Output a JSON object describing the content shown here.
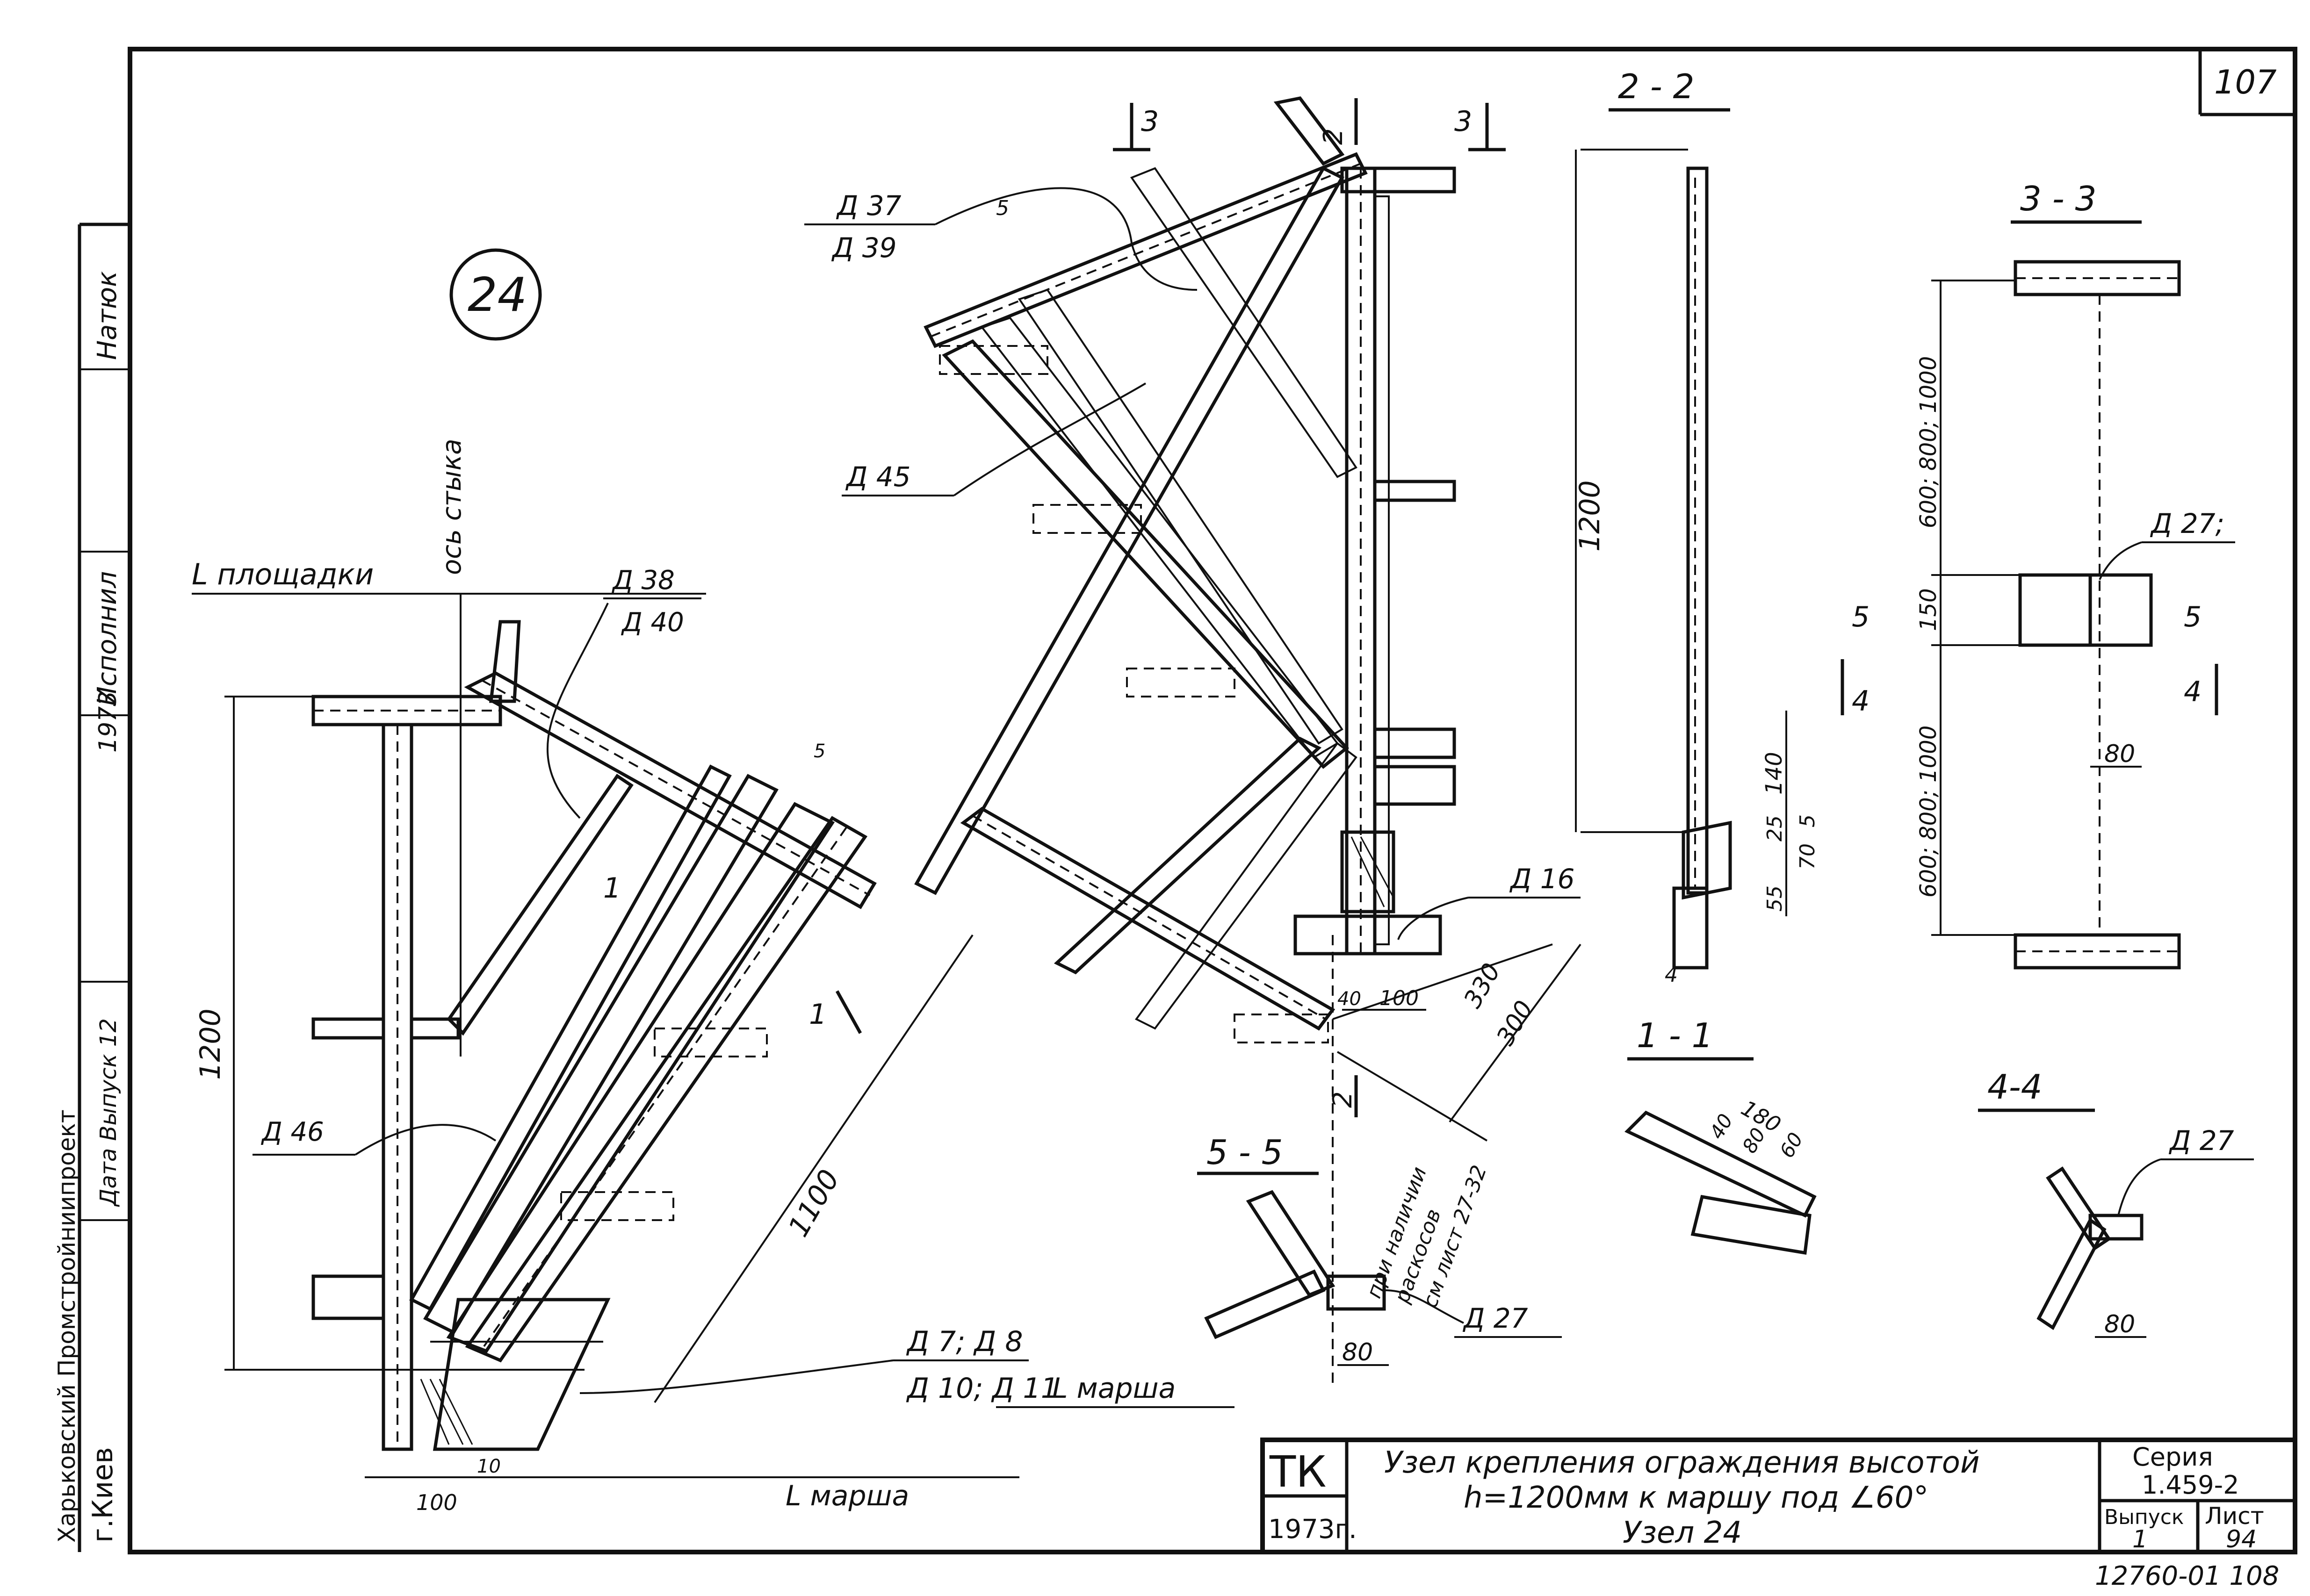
{
  "sheet_number": "107",
  "node_number": "24",
  "sections": {
    "s22": "2 - 2",
    "s33": "3 - 3",
    "s11": "1 - 1",
    "s44": "4-4",
    "s55": "5 - 5"
  },
  "cut_marks": [
    "3",
    "3",
    "2",
    "2",
    "1",
    "1",
    "5",
    "5",
    "4",
    "4"
  ],
  "labels": {
    "d37": "Д 37",
    "d39": "Д 39",
    "d45": "Д 45",
    "d38": "Д 38",
    "d40": "Д 40",
    "d46": "Д 46",
    "d7d8": "Д 7; Д 8",
    "d10d11": "Д 10; Д 11",
    "d16": "Д 16",
    "d27a": "Д 27;",
    "d27b": "Д 27",
    "d27c": "Д 27",
    "l_platform": "L площадки",
    "joint_axis": "ось стыка",
    "l_flight1": "L марша",
    "l_flight2": "L марша",
    "braces_note1": "при наличии",
    "braces_note2": "раскосов",
    "braces_note3": "см лист 27-32"
  },
  "dimensions": {
    "left_1200": "1200",
    "diag_1100": "1100",
    "d100a": "100",
    "d10": "10",
    "d5": "5",
    "d330": "330",
    "d300": "300",
    "d40": "40",
    "d100b": "100",
    "d80_55": "80",
    "s22_1200": "1200",
    "s22_140": "140",
    "s22_25": "25",
    "s22_70": "70",
    "s22_5": "5",
    "s22_55": "55",
    "s22_4": "4",
    "s33_top": "600; 800; 1000",
    "s33_150": "150",
    "s33_bottom": "600; 800; 1000",
    "s33_80": "80",
    "s11_180": "180",
    "s11_40": "40",
    "s11_80": "80",
    "s11_60": "60",
    "s44_80": "80",
    "top_5": "5"
  },
  "side_stamp": {
    "col1": "Натюк",
    "col2": "Исполнил",
    "col3": "1973",
    "col4": "Дата  Выпуск 12",
    "org": "Харьковский Промстройниипроект",
    "city": "г.Киев"
  },
  "title_block": {
    "tk": "ТК",
    "year": "1973г.",
    "title_line1": "Узел крепления ограждения высотой",
    "title_line2": "h=1200мм  к маршу  под ∠60°",
    "title_line3": "Узел 24",
    "series_label": "Серия",
    "series_value": "1.459-2",
    "issue_label": "Выпуск",
    "issue_value": "1",
    "sheet_label": "Лист",
    "sheet_value": "94"
  },
  "footer_code": "12760-01 108"
}
